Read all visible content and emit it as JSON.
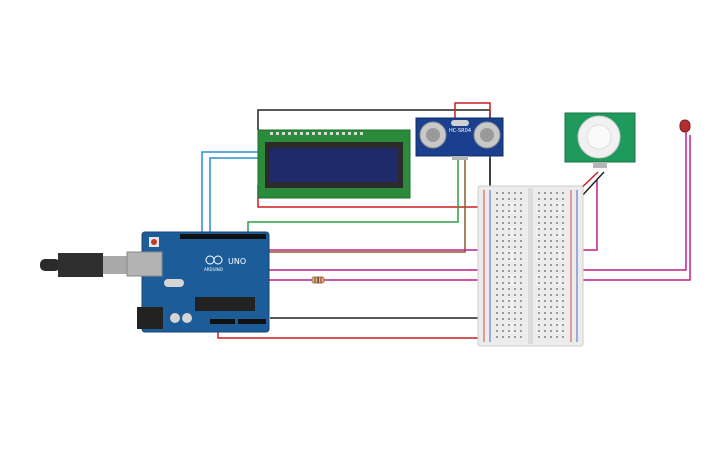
{
  "canvas": {
    "background": "#ffffff"
  },
  "components": {
    "arduino": {
      "label_brand": "ARDUINO",
      "label_model": "UNO",
      "color": "#1c5d99"
    },
    "ultrasonic": {
      "label": "HC-SR04",
      "color": "#1b3f8f"
    },
    "pir": {
      "color": "#1f9a5c"
    },
    "lcd": {
      "color": "#2a8c3a",
      "screen_color": "#1f2a6b"
    },
    "breadboard": {
      "color": "#ececec"
    },
    "resistor": {},
    "led": {
      "color": "#b32e2e"
    }
  },
  "wire_colors": {
    "black": "#222222",
    "red": "#cc1f1f",
    "green": "#2ea043",
    "blue": "#2a8fd1",
    "magenta": "#c01f8a",
    "brown": "#8a5a2b"
  }
}
